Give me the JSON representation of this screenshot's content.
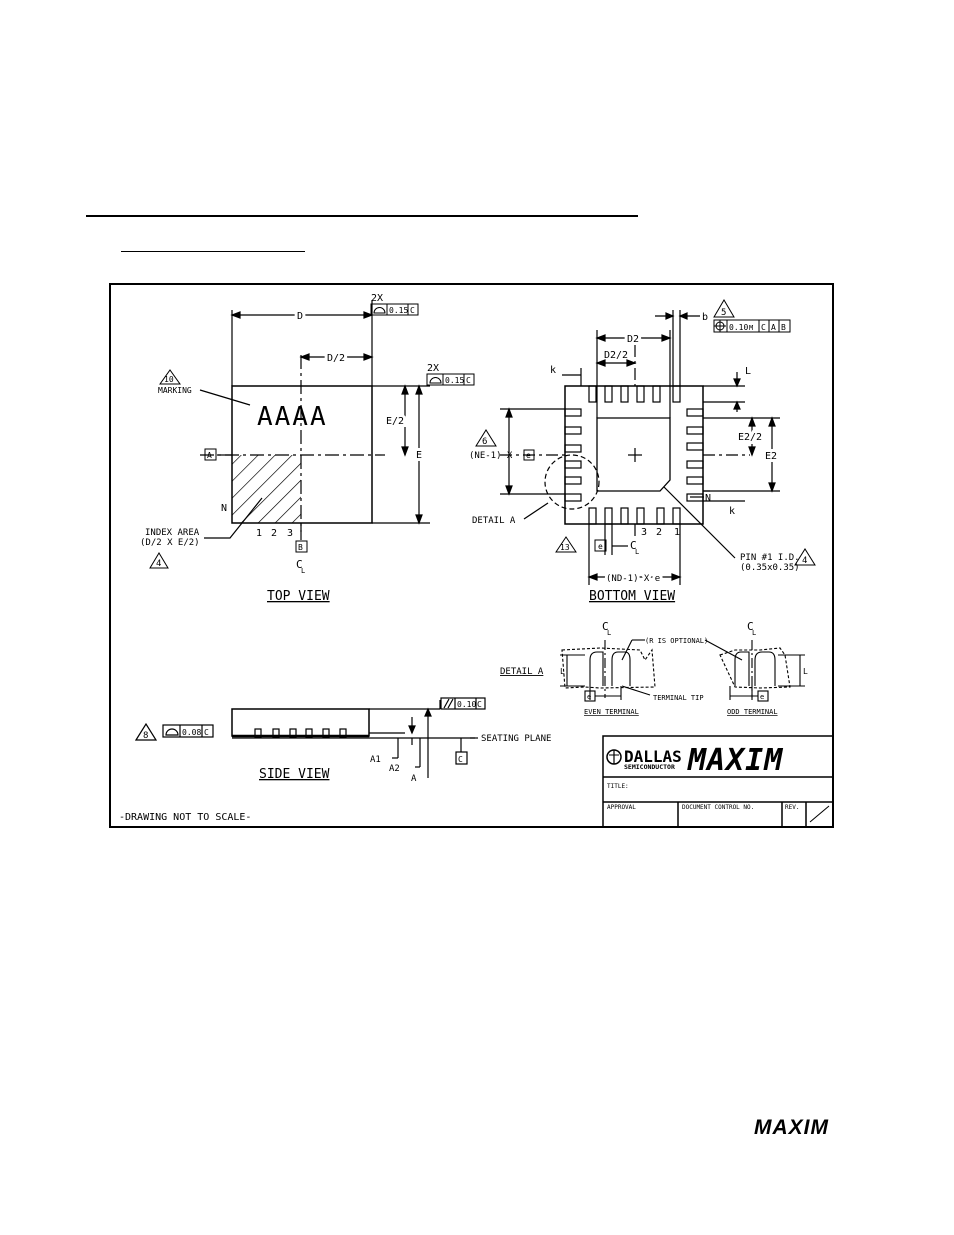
{
  "drawing": {
    "top_view": {
      "title": "TOP VIEW",
      "dim_d": "D",
      "dim_d_half": "D/2",
      "dim_e": "E",
      "dim_e_half": "E/2",
      "tol_2x_a": "2X",
      "tol_a_value": "0.15",
      "tol_a_datum": "C",
      "tol_2x_b": "2X",
      "tol_b_value": "0.15",
      "tol_b_datum": "C",
      "note_marking_num": "10",
      "marking_label": "MARKING",
      "marking_text": "AAAA",
      "datum_a": "A",
      "datum_b": "B",
      "pin_n": "N",
      "pin_1": "1",
      "pin_2": "2",
      "pin_3": "3",
      "index_area_1": "INDEX AREA",
      "index_area_2": "(D/2 X E/2)",
      "note_index_num": "4",
      "centerline_c": "C",
      "centerline_l": "L"
    },
    "bottom_view": {
      "title": "BOTTOM VIEW",
      "dim_d2": "D2",
      "dim_d2_half": "D2/2",
      "dim_e2": "E2",
      "dim_e2_half": "E2/2",
      "dim_b": "b",
      "dim_k_top": "k",
      "dim_k_bottom": "k",
      "dim_l": "L",
      "note_5_num": "5",
      "tol_value": "0.10",
      "tol_m": "M",
      "tol_c": "C",
      "tol_a": "A",
      "tol_b": "B",
      "note_6_num": "6",
      "ne_label": "(NE-1) X",
      "e_box": "e",
      "detail_a": "DETAIL A",
      "pin_n": "N",
      "pin_1": "1",
      "pin_2": "2",
      "pin_3": "3",
      "note_13_num": "13",
      "e_box_2": "e",
      "nd_label": "(ND-1) X  e",
      "pin_id_1": "PIN #1 I.D.",
      "pin_id_2": "(0.35x0.35)",
      "note_4_num": "4",
      "centerline_c": "C",
      "centerline_l": "L"
    },
    "detail": {
      "label": "DETAIL A",
      "r_optional": "(R IS OPTIONAL)",
      "terminal_tip": "TERMINAL TIP",
      "even_terminal": "EVEN TERMINAL",
      "odd_terminal": "ODD TERMINAL",
      "dim_l_left": "L",
      "dim_l_right": "L",
      "e_left": "e",
      "e_right": "e",
      "centerline_c": "C",
      "centerline_l": "L"
    },
    "side_view": {
      "title": "SIDE VIEW",
      "note_8_num": "8",
      "tol_flat_value": "0.08",
      "tol_flat_datum": "C",
      "tol_par_value": "0.10",
      "tol_par_datum": "C",
      "dim_a1": "A1",
      "dim_a2": "A2",
      "dim_a": "A",
      "seating_plane": "SEATING PLANE",
      "datum_c": "C"
    },
    "not_to_scale": "-DRAWING NOT TO SCALE-",
    "title_block": {
      "dallas": "DALLAS",
      "semiconductor": "SEMICONDUCTOR",
      "maxim": "MAXIM",
      "title_label": "TITLE:",
      "approval_label": "APPROVAL",
      "doc_control_label": "DOCUMENT CONTROL NO.",
      "rev_label": "REV."
    }
  },
  "footer": {
    "logo": "MAXIM"
  }
}
